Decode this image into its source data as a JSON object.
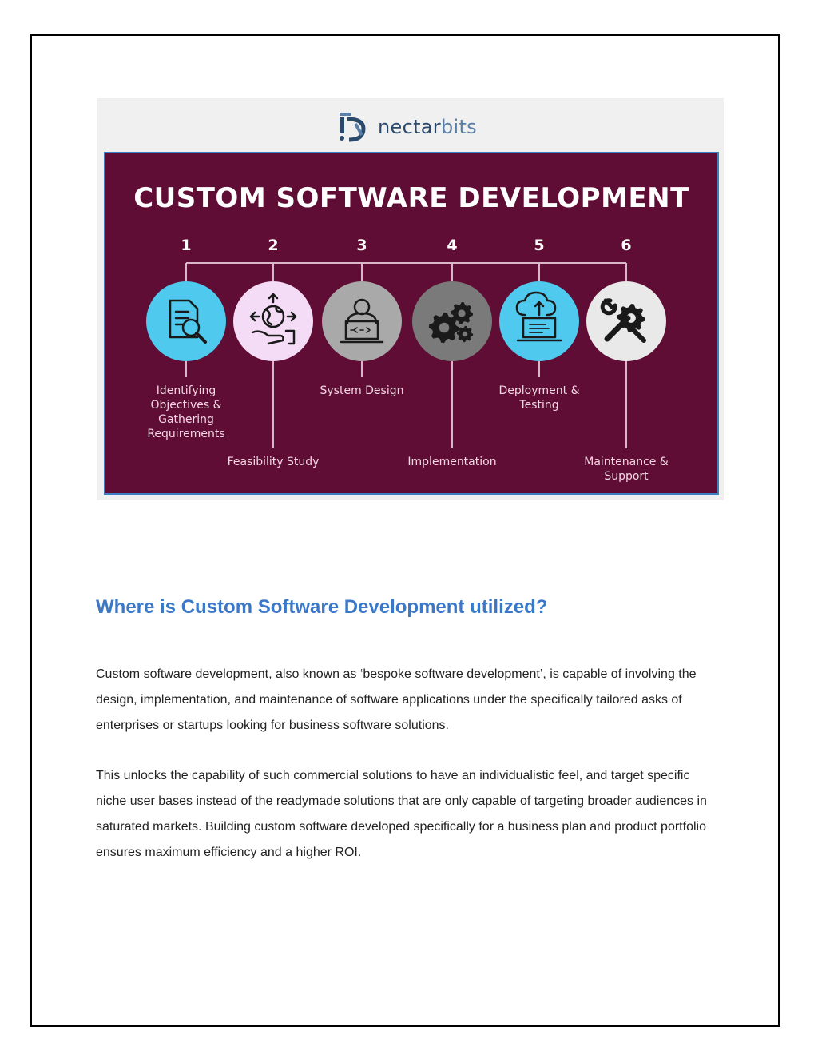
{
  "brand": {
    "name_part1": "nectar",
    "name_part2": "bits",
    "colors": {
      "primary": "#2b4a6b",
      "secondary": "#5a7fa6"
    }
  },
  "infographic": {
    "title": "CUSTOM SOFTWARE DEVELOPMENT",
    "background_color": "#5f0d34",
    "steps": [
      {
        "number": "1",
        "label_lines": [
          "Identifying",
          "Objectives &",
          "Gathering",
          "Requirements"
        ],
        "icon": "document-search-icon",
        "circle_color": "#4fc9ee"
      },
      {
        "number": "2",
        "label_lines": [
          "Feasibility Study"
        ],
        "icon": "globe-hand-icon",
        "circle_color": "#f4dcf6"
      },
      {
        "number": "3",
        "label_lines": [
          "System Design"
        ],
        "icon": "developer-laptop-icon",
        "circle_color": "#a9a9a9"
      },
      {
        "number": "4",
        "label_lines": [
          "Implementation"
        ],
        "icon": "gears-icon",
        "circle_color": "#7a7a7a"
      },
      {
        "number": "5",
        "label_lines": [
          "Deployment &",
          "Testing"
        ],
        "icon": "cloud-upload-laptop-icon",
        "circle_color": "#4fc9ee"
      },
      {
        "number": "6",
        "label_lines": [
          "Maintenance &",
          "Support"
        ],
        "icon": "wrench-gear-icon",
        "circle_color": "#e9e9e9"
      }
    ]
  },
  "article": {
    "heading": "Where is Custom Software Development utilized?",
    "paragraphs": [
      "Custom software development, also known as ‘bespoke software development’, is capable of involving the design, implementation, and maintenance of software applications under the specifically tailored asks of enterprises or startups looking for business software solutions.",
      "This unlocks the capability of such commercial solutions to have an individualistic feel, and target specific niche user bases instead of the readymade solutions that are only capable of targeting broader audiences in saturated markets. Building custom software developed specifically for a business plan and product portfolio ensures maximum efficiency and a higher ROI."
    ]
  }
}
